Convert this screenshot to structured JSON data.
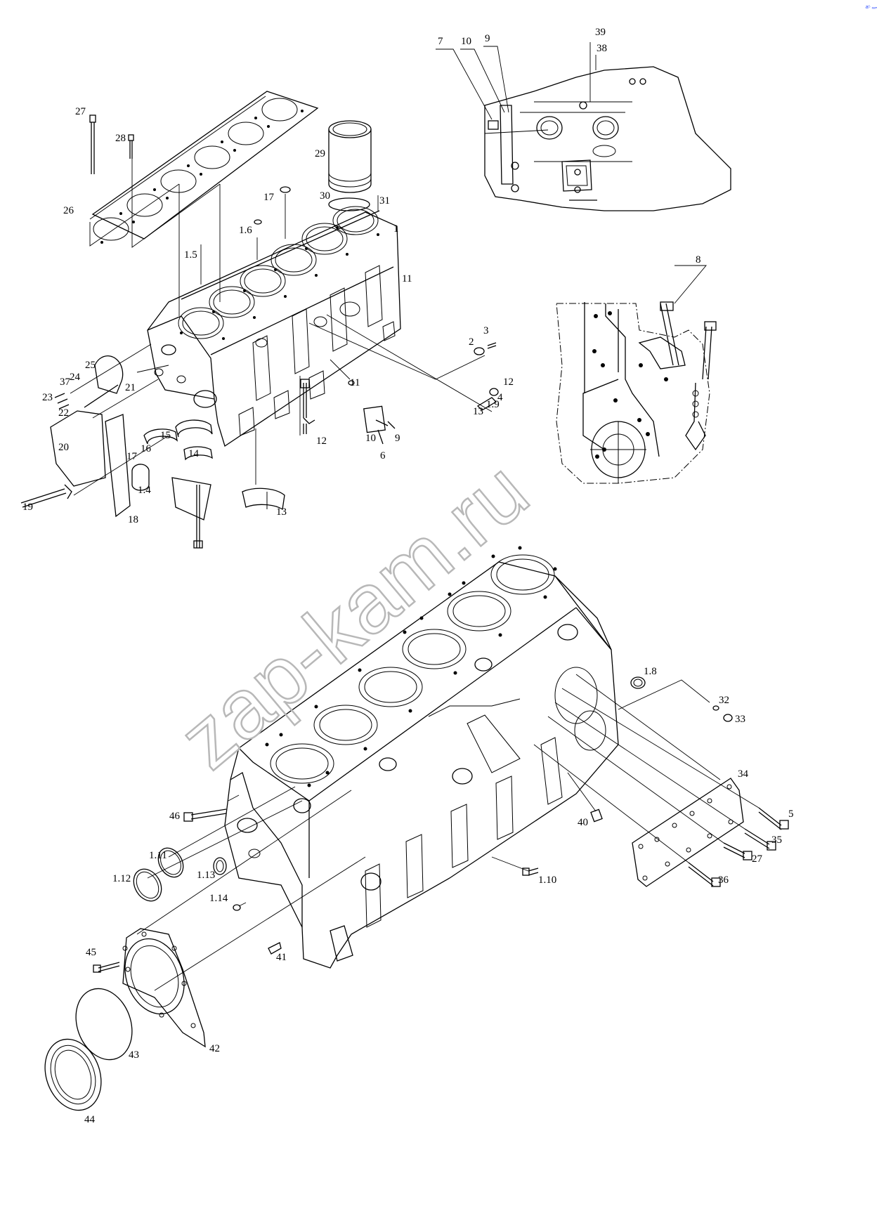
{
  "watermark": "zap-kam.ru",
  "corner_mark": "a⁵ ₓₐₙ",
  "colors": {
    "line": "#000000",
    "watermark": "#b8b8b8",
    "corner": "#1a3cff"
  },
  "labels": {
    "l27a": "27",
    "l28": "28",
    "l26": "26",
    "l29": "29",
    "l30": "30",
    "l31": "31",
    "l17a": "17",
    "l16": "1.6",
    "l15": "1.5",
    "l1": "1",
    "l11a": "11",
    "l3": "3",
    "l2": "2",
    "l11b": "11",
    "l12a": "12",
    "l4": "4",
    "l19a": "1.9",
    "l13a": "13",
    "l25": "25",
    "l37": "37",
    "l24": "24",
    "l23": "23",
    "l22": "22",
    "l21": "21",
    "l20": "20",
    "l17b": "17",
    "l16b": "16",
    "l15b": "15",
    "l14": "14",
    "l14b": "1.4",
    "l18": "18",
    "l19": "19",
    "l12b": "12",
    "l10": "10",
    "l9": "9",
    "l6": "6",
    "l13b": "13",
    "l7": "7",
    "l10t": "10",
    "l9t": "9",
    "l39": "39",
    "l38": "38",
    "l8": "8",
    "l18b": "1.8",
    "l32": "32",
    "l33": "33",
    "l34": "34",
    "l5": "5",
    "l35": "35",
    "l27b": "27",
    "l36": "36",
    "l40": "40",
    "l46": "46",
    "l111": "1.11",
    "l112": "1.12",
    "l113": "1.13",
    "l114": "1.14",
    "l110": "1.10",
    "l41": "41",
    "l45": "45",
    "l42": "42",
    "l43": "43",
    "l44": "44"
  }
}
